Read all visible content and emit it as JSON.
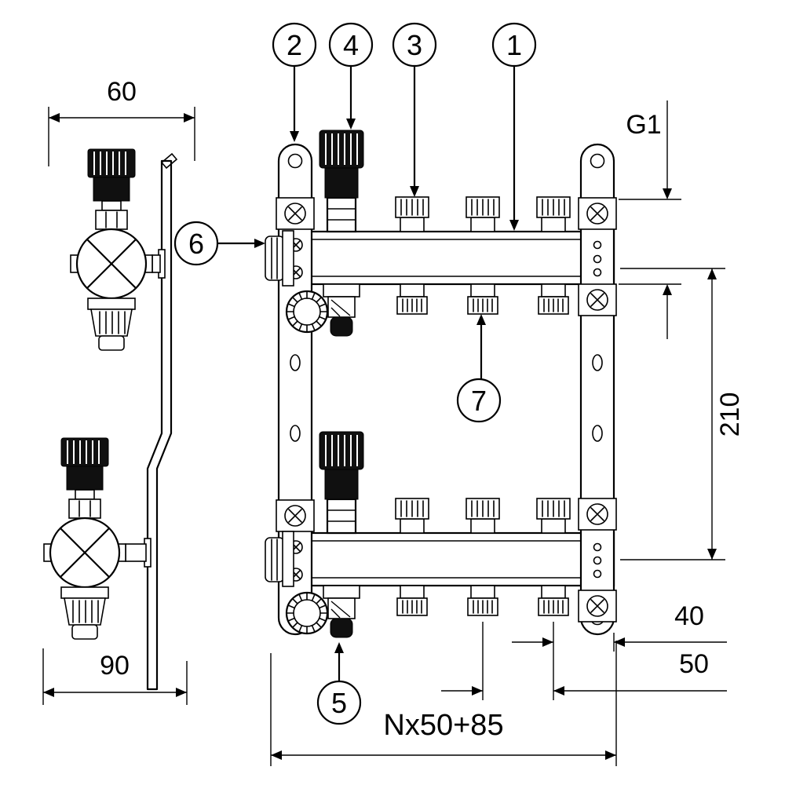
{
  "drawing": {
    "type": "technical-diagram",
    "subject": "heating manifold assembly drawing",
    "background": "#ffffff",
    "line_color": "#000000",
    "callouts": [
      {
        "id": 1,
        "label": "1"
      },
      {
        "id": 2,
        "label": "2"
      },
      {
        "id": 3,
        "label": "3"
      },
      {
        "id": 4,
        "label": "4"
      },
      {
        "id": 5,
        "label": "5"
      },
      {
        "id": 6,
        "label": "6"
      },
      {
        "id": 7,
        "label": "7"
      }
    ],
    "dimensions": {
      "top_width": "60",
      "bottom_width": "90",
      "thread_size": "G1",
      "center_distance": "210",
      "end_offset": "40",
      "port_spacing": "50",
      "total_length": "Nx50+85"
    }
  }
}
